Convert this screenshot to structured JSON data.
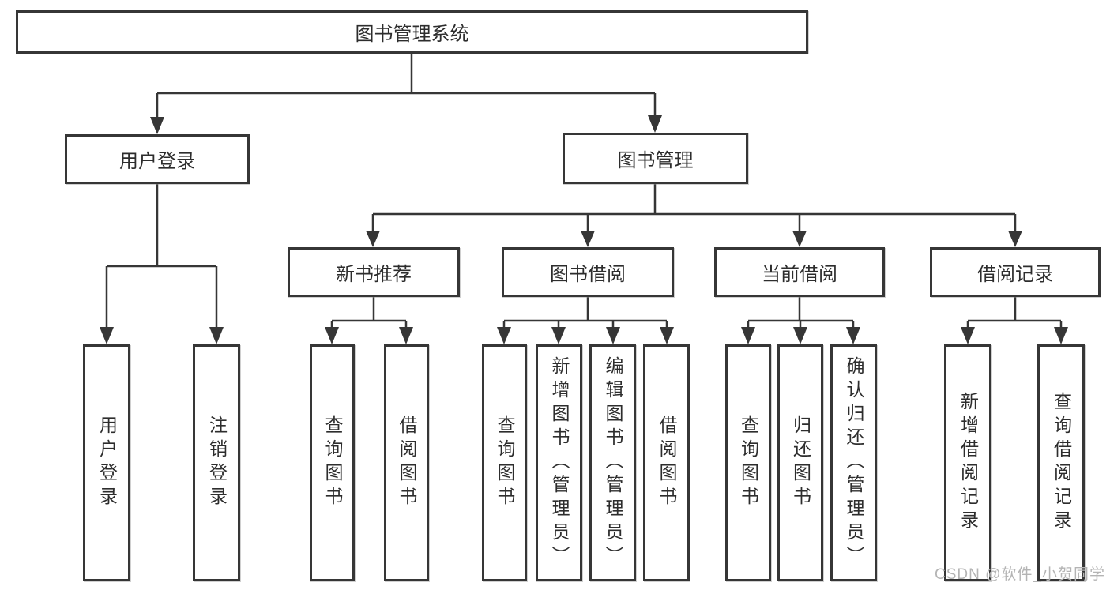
{
  "diagram": {
    "title": "图书管理系统",
    "nodes": {
      "root": "图书管理系统",
      "user_login_branch": "用户登录",
      "book_mgmt_branch": "图书管理",
      "user_login_children": [
        "用户登录",
        "注销登录"
      ],
      "groups": [
        {
          "label": "新书推荐",
          "children": [
            "查询图书",
            "借阅图书"
          ]
        },
        {
          "label": "图书借阅",
          "children": [
            "查询图书",
            "新增图书（管理员）",
            "编辑图书（管理员）",
            "借阅图书"
          ]
        },
        {
          "label": "当前借阅",
          "children": [
            "查询图书",
            "归还图书",
            "确认归还（管理员）"
          ]
        },
        {
          "label": "借阅记录",
          "children": [
            "新增借阅记录",
            "查询借阅记录"
          ]
        }
      ]
    },
    "watermark": "CSDN @软件_小贺同学",
    "colors": {
      "line": "#363636",
      "box_border": "#363636",
      "text": "#2d2d2d",
      "watermark": "#b4b4b4",
      "background": "#ffffff"
    }
  }
}
